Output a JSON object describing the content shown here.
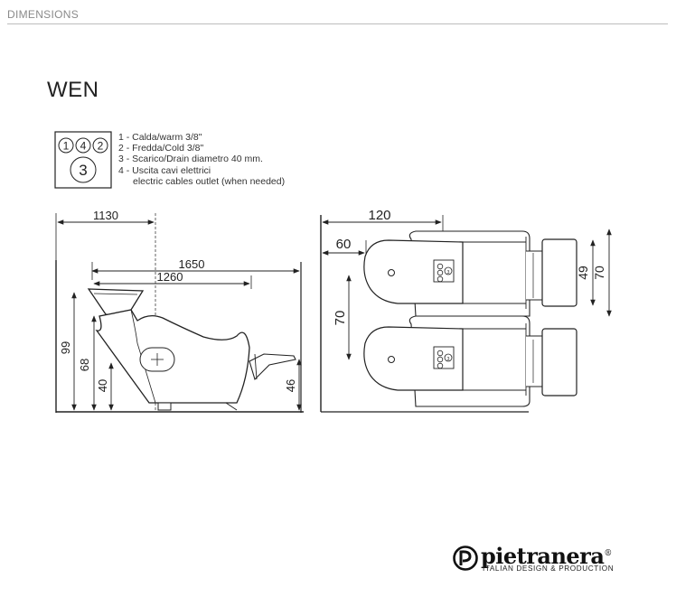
{
  "header": {
    "section_label": "DIMENSIONS"
  },
  "model": {
    "name": "WEN"
  },
  "connections": {
    "symbols": [
      "1",
      "4",
      "2",
      "3"
    ],
    "legend": [
      "1 - Calda/warm 3/8\"",
      "2 - Fredda/Cold 3/8\"",
      "3 - Scarico/Drain diametro 40 mm.",
      "4 - Uscita cavi elettrici",
      "electric cables outlet (when needed)"
    ]
  },
  "side_view": {
    "dims": {
      "d1130": "1130",
      "d1650": "1650",
      "d1260": "1260",
      "d99": "99",
      "d68": "68",
      "d40": "40",
      "d46": "46"
    }
  },
  "top_view": {
    "dims": {
      "d120": "120",
      "d60": "60",
      "d70_left": "70",
      "d49": "49",
      "d70_right": "70"
    },
    "unit_symbol": "3"
  },
  "brand": {
    "name": "pietranera",
    "registered": "®",
    "tagline": "ITALIAN DESIGN & PRODUCTION"
  }
}
